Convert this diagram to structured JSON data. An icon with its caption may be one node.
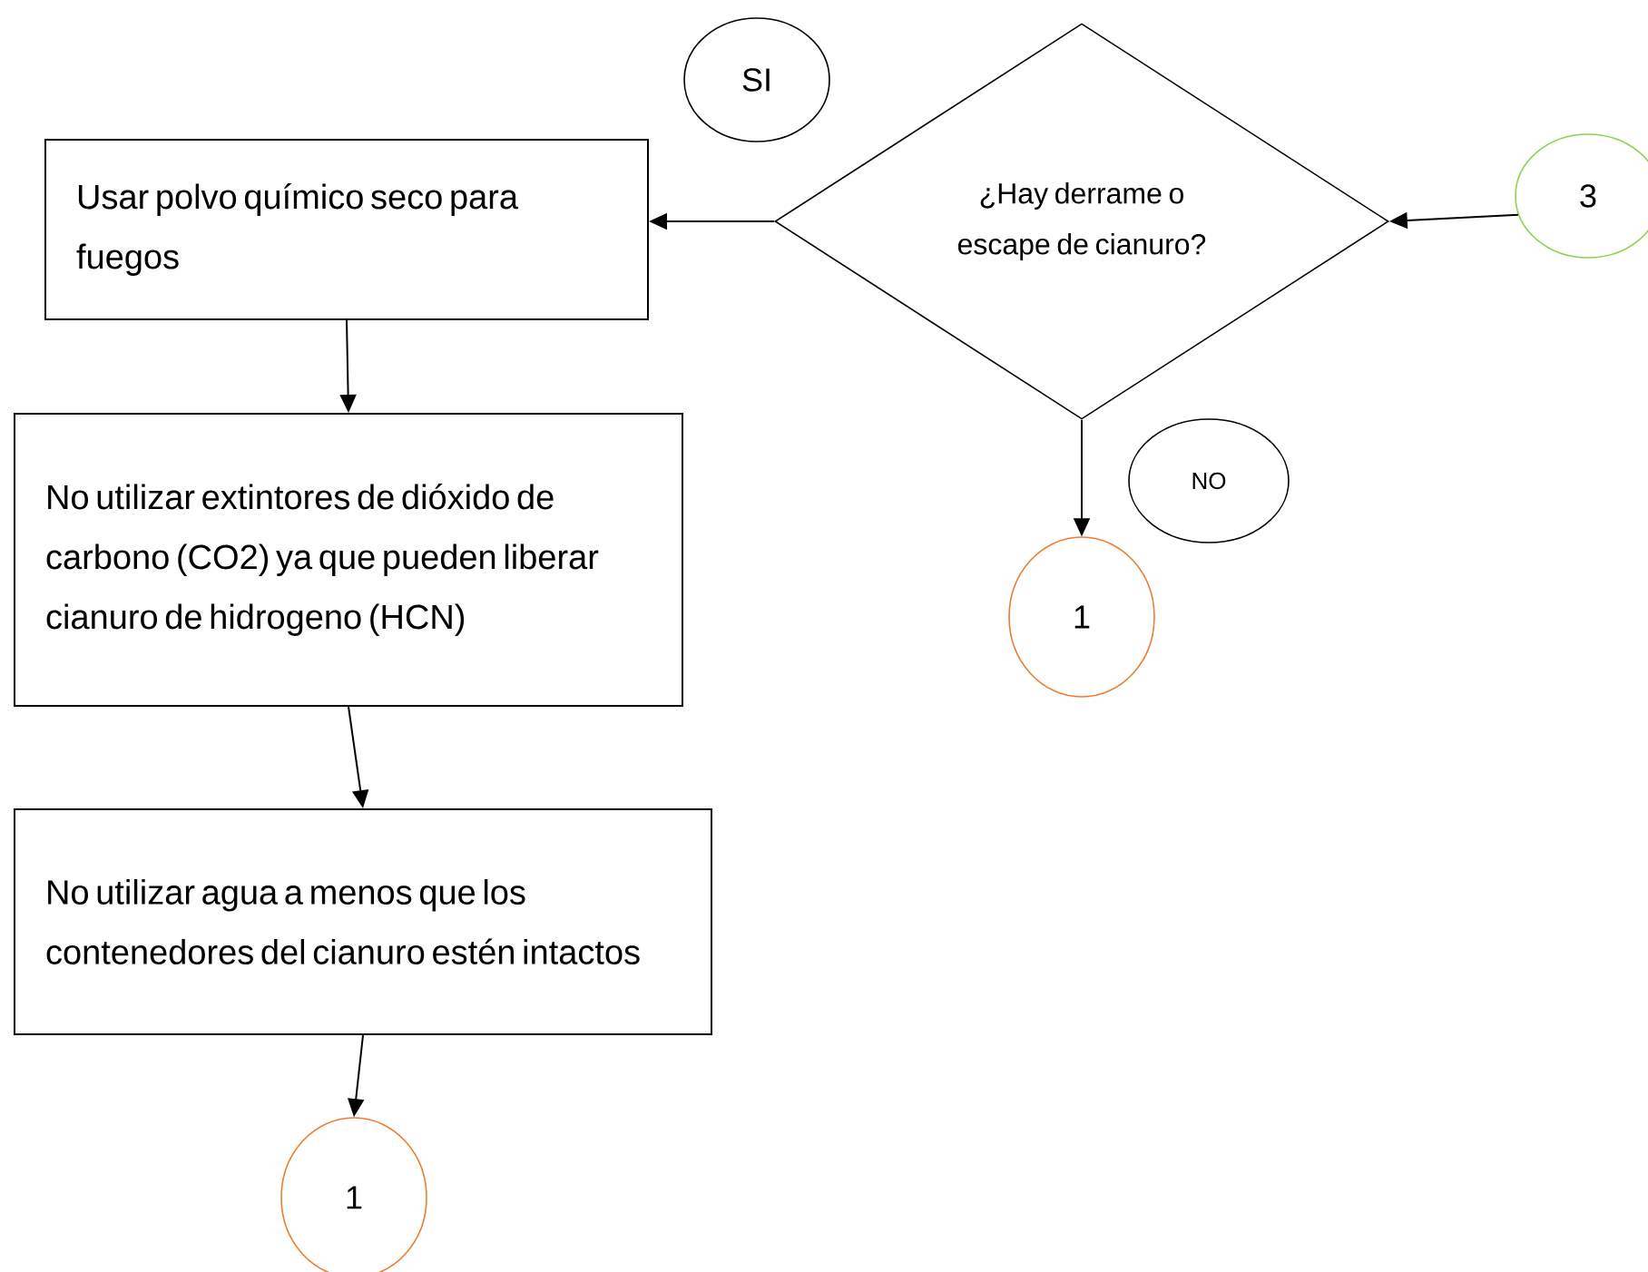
{
  "diagram": {
    "nodes": [
      {
        "text": [
          "SI"
        ]
      },
      {
        "text": [
          "¿Hay derrame o escape de cianuro?"
        ]
      },
      {
        "text": [
          "3"
        ]
      },
      {
        "text": [
          "Usar polvo químico seco para fuegos"
        ]
      },
      {
        "text": [
          "No utilizar extintores de dióxido de carbono (CO2) ya que pueden liberar cianuro de hidrogeno (HCN)"
        ]
      },
      {
        "text": [
          "NO"
        ]
      },
      {
        "text": [
          "1"
        ]
      },
      {
        "text": [
          "No utilizar agua a menos que los contenedores del cianuro estén intactos"
        ]
      },
      {
        "text": [
          "1"
        ]
      }
    ],
    "edges": [
      {
        "from": 2,
        "to": 1,
        "arrow": "to"
      },
      {
        "from": 1,
        "to": 3,
        "arrow": "to"
      },
      {
        "from": 3,
        "to": 4,
        "arrow": "to"
      },
      {
        "from": 1,
        "to": 6,
        "arrow": "to"
      },
      {
        "from": 4,
        "to": 7,
        "arrow": "to"
      },
      {
        "from": 7,
        "to": 8,
        "arrow": "to"
      }
    ]
  }
}
